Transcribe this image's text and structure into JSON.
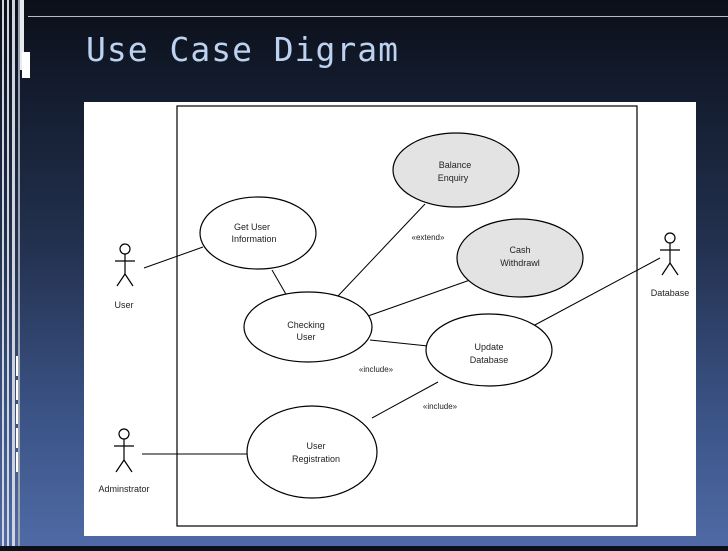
{
  "slide": {
    "title": "Use Case Digram"
  },
  "diagram": {
    "actors": {
      "user": "User",
      "admin": "Adminstrator",
      "database": "Database"
    },
    "use_cases": {
      "balance_1": "Balance",
      "balance_2": "Enquiry",
      "getinfo_1": "Get User",
      "getinfo_2": "Information",
      "cash_1": "Cash",
      "cash_2": "Withdrawl",
      "checking_1": "Checking",
      "checking_2": "User",
      "update_1": "Update",
      "update_2": "Database",
      "registration_1": "User",
      "registration_2": "Registration"
    },
    "relations": {
      "extend": "«extend»",
      "include_1": "«include»",
      "include_2": "«include»"
    }
  }
}
